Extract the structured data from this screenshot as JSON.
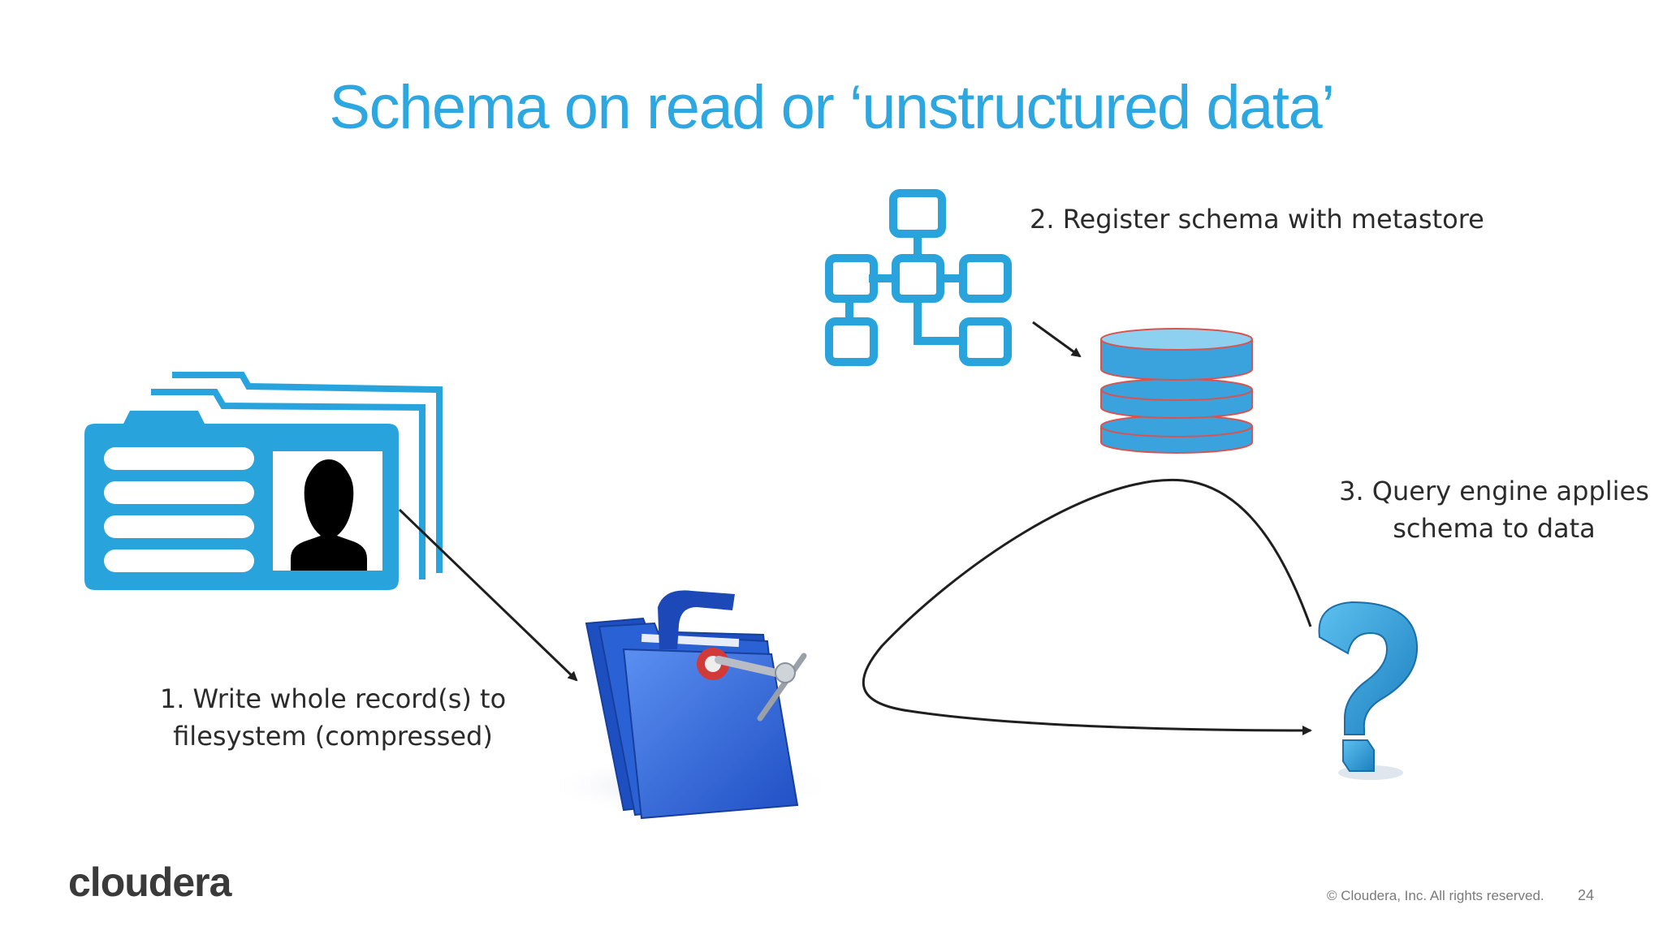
{
  "slide": {
    "title": "Schema on read or ‘unstructured data’",
    "steps": [
      {
        "lines": [
          "1. Write whole record(s) to",
          "filesystem (compressed)"
        ]
      },
      {
        "lines": [
          "2. Register schema with metastore"
        ]
      },
      {
        "lines": [
          "3. Query engine applies",
          "schema to data"
        ]
      }
    ],
    "icons": {
      "records": "record-folder-icon",
      "schema": "schema-hierarchy-icon",
      "metastore": "database-icon",
      "compressed": "compressed-folder-icon",
      "query": "question-mark-icon"
    }
  },
  "footer": {
    "logo_text": "cloudera",
    "copyright": "© Cloudera, Inc. All rights reserved.",
    "page_number": "24"
  },
  "colors": {
    "title": "#2da7df",
    "icon_blue": "#29a3dc",
    "db_fill": "#3aa2dc",
    "db_stroke": "#d9534f",
    "folder_blue": "#2f6fd6"
  }
}
